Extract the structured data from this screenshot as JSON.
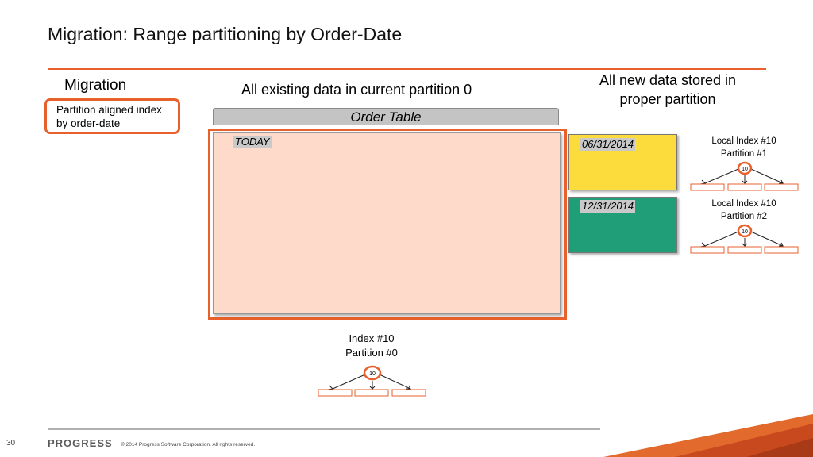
{
  "title": "Migration: Range partitioning by Order-Date",
  "migration": {
    "label": "Migration",
    "callout_line1": "Partition aligned index",
    "callout_line2": "by order-date"
  },
  "captions": {
    "existing": "All existing data in current partition 0",
    "new_line1": "All new data stored in",
    "new_line2": "proper partition"
  },
  "order_table": {
    "header": "Order Table",
    "today_tag": "TODAY"
  },
  "partitions": [
    {
      "date": "06/31/2014",
      "color": "#fbdc3c"
    },
    {
      "date": "12/31/2014",
      "color": "#1f9e78"
    }
  ],
  "indexes": {
    "local1_line1": "Local Index #10",
    "local1_line2": "Partition #1",
    "local2_line1": "Local Index #10",
    "local2_line2": "Partition #2",
    "index0_line1": "Index #10",
    "index0_line2": "Partition #0",
    "node_value": "10"
  },
  "footer": {
    "page_number": "30",
    "logo": "PROGRESS",
    "copyright": "© 2014 Progress Software Corporation. All rights reserved."
  },
  "colors": {
    "accent": "#e8602c",
    "partition0_fill": "#fddac9",
    "table_header": "#c4c4c4"
  }
}
